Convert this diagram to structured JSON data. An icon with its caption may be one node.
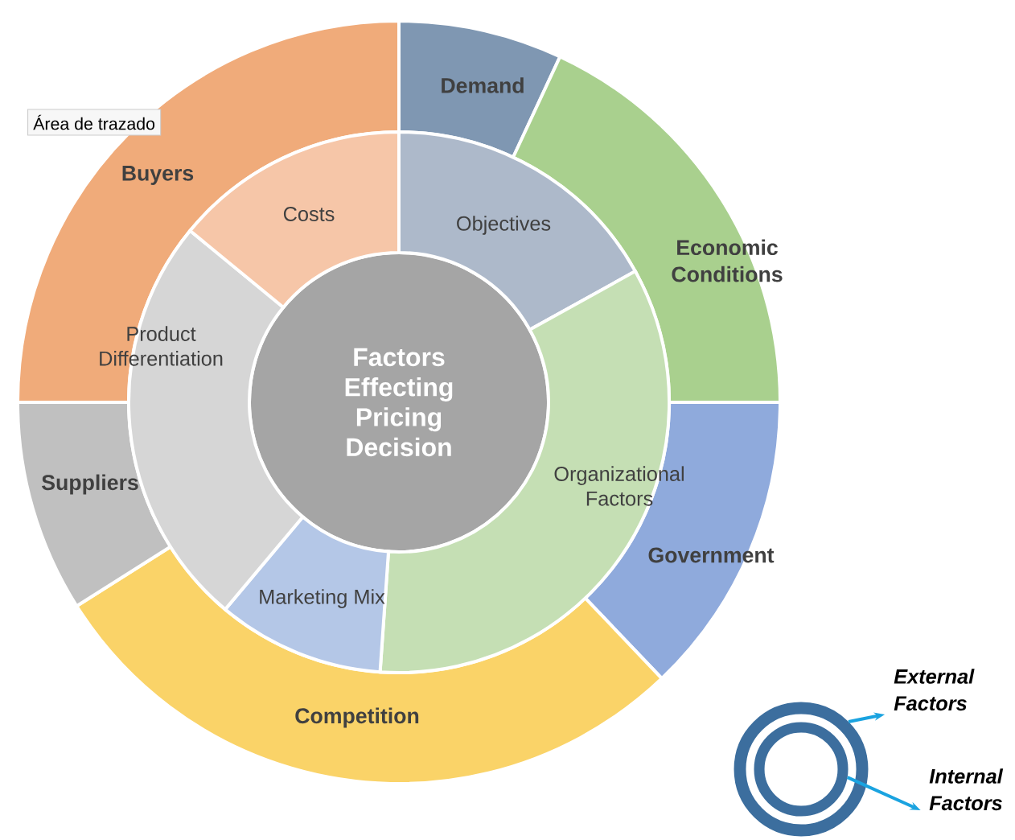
{
  "diagram": {
    "nodes": [
      {
        "text": [
          "Factors Effecting Pricing Decision"
        ]
      },
      {
        "text": [
          "Objectives"
        ]
      },
      {
        "text": [
          "Organizational Factors"
        ]
      },
      {
        "text": [
          "Marketing Mix"
        ]
      },
      {
        "text": [
          "Product Differentiation"
        ]
      },
      {
        "text": [
          "Costs"
        ]
      },
      {
        "text": [
          "Demand"
        ]
      },
      {
        "text": [
          "Economic Conditions"
        ]
      },
      {
        "text": [
          "Government"
        ]
      },
      {
        "text": [
          "Competition"
        ]
      },
      {
        "text": [
          "Suppliers"
        ]
      },
      {
        "text": [
          "Buyers"
        ]
      },
      {
        "text": [],
        "shape": "circle"
      },
      {
        "text": [],
        "shape": "circle",
        "in": 12
      },
      {
        "text": [
          "External Factors"
        ]
      },
      {
        "text": [
          "Internal Factors"
        ]
      }
    ],
    "edges": [
      {
        "from": 12,
        "to": 14,
        "arrow": "to"
      },
      {
        "from": 13,
        "to": 15,
        "arrow": "to"
      }
    ],
    "labels": [
      "Área de trazado"
    ]
  }
}
